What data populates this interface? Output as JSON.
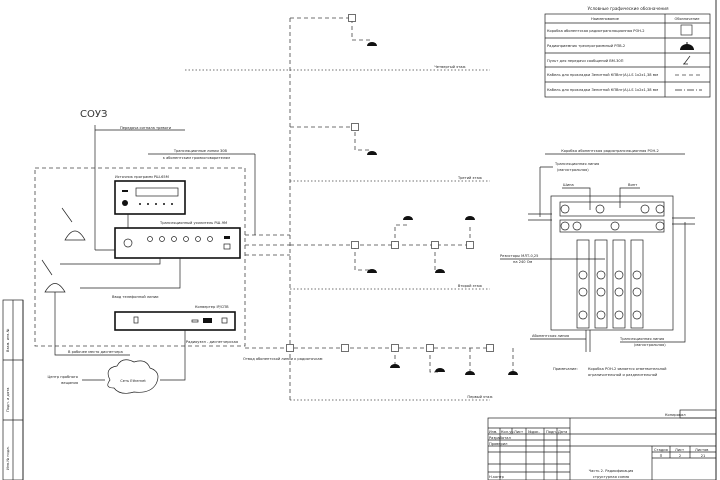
{
  "legend": {
    "title": "Условные графические обозначения",
    "col_name": "Наименование",
    "col_symbol": "Обозначение",
    "rows": [
      {
        "name": "Коробка абонентская радиотрансляционная РОН-2",
        "icon": "square-box-icon"
      },
      {
        "name": "Радиоприемник трехпрограммный РПВ-2",
        "icon": "speaker-icon"
      },
      {
        "name": "Пульт для передачи сообщений ВМ-30П",
        "icon": "microphone-icon"
      },
      {
        "name": "Кабель для прокладки Зенитной КПВнг(А)-LS 1х2х1,38 мм",
        "icon": "dashed-line-icon"
      },
      {
        "name": "Кабель для прокладки Зенитной КПВнг(А)-LS 1х2х1,38 мм",
        "icon": "dash-dot-line-icon"
      }
    ]
  },
  "floors": {
    "fourth": "Четвертый этаж",
    "third": "Третий этаж",
    "second": "Второй этаж",
    "first": "Первый этаж"
  },
  "schematic": {
    "souz": "СОУЗ",
    "alarm_signal": "Передача сигнала тревоги",
    "lines_30v_1": "Трансляционные линии 30В",
    "lines_30v_2": "к абонентским громкоговорителям",
    "source": "Источник программ РШ-65М",
    "amplifier": "Трансляционный усилитель РШ-9М",
    "phone_input": "Ввод телефонной линии",
    "converter": "Конвертер IP/СПВ",
    "radio_room": "Радиоузел - диспетчерская",
    "dispatcher": "В рабочее место диспетчера",
    "center_1": "Центр пробного",
    "center_2": "вещания",
    "ethernet": "Сеть Ethernet",
    "branch": "Отвод абонентской линии к радиоточкам"
  },
  "detail": {
    "title": "Коробка абонентская радиотрансляционная РОН-2",
    "line_top_1": "Трансляционная линия",
    "line_top_2": "(магистральная)",
    "bus": "Шина",
    "screw": "Винт",
    "resistors_1": "Резисторы МЛТ-0,25",
    "resistors_2": "на 240 Ом",
    "subscriber_line": "Абонентская линия",
    "line_bottom_1": "Трансляционная линия",
    "line_bottom_2": "(магистральная)",
    "note_label": "Примечание:",
    "note_1": "Коробка РОН-2 является ответвительной",
    "note_2": "ограничительной и разделительной"
  },
  "title_block": {
    "copied": "Копировал",
    "headers": [
      "Изм.",
      "Кол.уч",
      "Лист",
      "№док.",
      "Подп.",
      "Дата"
    ],
    "developed": "Разработал",
    "checked": "Проверил",
    "norm": "Н.контр",
    "stage_label": "Стадия",
    "sheet_label": "Лист",
    "sheets_label": "Листов",
    "stage": "П",
    "sheet": "2",
    "sheets": "21",
    "name_1": "Часть 2. Радиофикация",
    "name_2": "структурная схема",
    "side_labels": [
      "Инв.№ подл.",
      "Подп. и дата",
      "Взам. инв.№"
    ]
  }
}
